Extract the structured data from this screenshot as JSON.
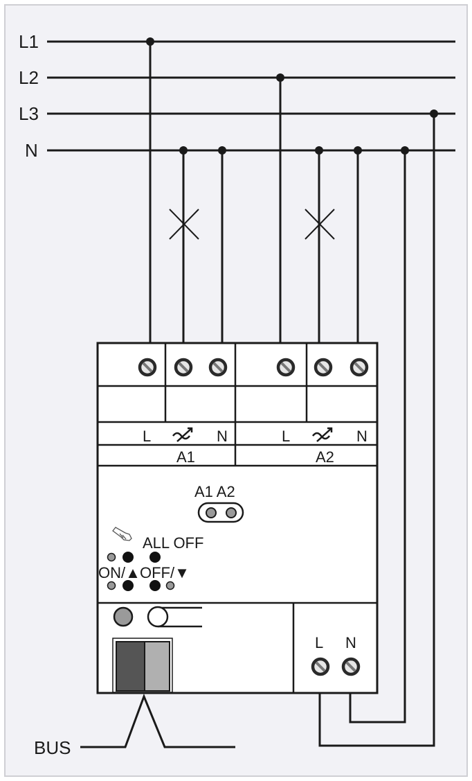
{
  "lines": {
    "l1": "L1",
    "l2": "L2",
    "l3": "L3",
    "n": "N"
  },
  "device": {
    "channel_a1": {
      "label": "A1",
      "l": "L",
      "n": "N"
    },
    "channel_a2": {
      "label": "A2",
      "l": "L",
      "n": "N"
    },
    "selector_label": "A1 A2",
    "all_off": "ALL OFF",
    "on_up": "ON/▲",
    "off_down": "OFF/▼",
    "supply_l": "L",
    "supply_n": "N",
    "load_symbol": "dimmable-load-icon"
  },
  "bus_label": "BUS",
  "colors": {
    "background": "#f2f2f6",
    "line": "#1a1a1a",
    "led_gray": "#9a9a9a",
    "bus_dark": "#555555",
    "bus_light": "#b0b0b0"
  }
}
